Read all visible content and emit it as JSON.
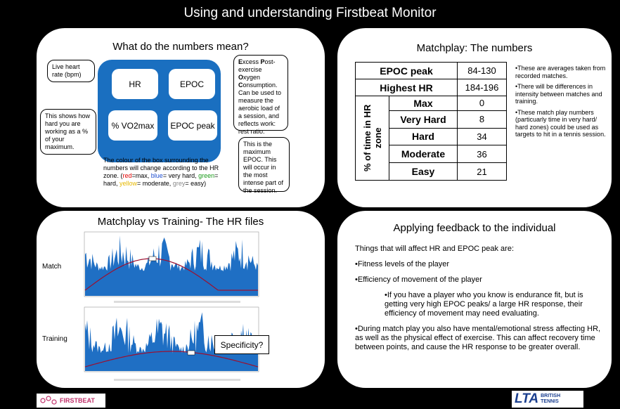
{
  "title": "Using and understanding Firstbeat Monitor",
  "numbers_panel": {
    "title": "What do the numbers mean?",
    "boxes": [
      "HR",
      "EPOC",
      "% VO2max",
      "EPOC peak"
    ],
    "callout_live": "Live heart rate (bpm)",
    "callout_vo2": "This shows how hard you are working as a % of your maximum.",
    "callout_epoc_E": "E",
    "callout_epoc_1": "xcess ",
    "callout_epoc_P": "P",
    "callout_epoc_2": "ost-exercise ",
    "callout_epoc_O": "O",
    "callout_epoc_3": "xygen ",
    "callout_epoc_C": "C",
    "callout_epoc_4": "onsumption. Can be used to measure the aerobic load of a session, and reflects work: rest ratio.",
    "callout_peak": "This is the maximum EPOC. This will occur in the most intense part of the session.",
    "colour_note_1": "The colour of the box surrounding the numbers will change according to the HR zone. (",
    "red": "red",
    "colour_note_2": "=max, ",
    "blue": "blue",
    "colour_note_3": "= very hard, ",
    "green": "green",
    "colour_note_4": "= hard, ",
    "yellow": "yellow",
    "colour_note_5": "= moderate, ",
    "grey": "grey",
    "colour_note_6": "= easy)",
    "box_color": "#1a6fc0"
  },
  "matchplay_panel": {
    "title": "Matchplay: The numbers",
    "epoc_label": "EPOC peak",
    "epoc_value": "84-130",
    "hr_label": "Highest HR",
    "hr_value": "184-196",
    "zone_label": "% of time in HR zone",
    "zones": [
      {
        "name": "Max",
        "value": "0"
      },
      {
        "name": "Very Hard",
        "value": "8"
      },
      {
        "name": "Hard",
        "value": "34"
      },
      {
        "name": "Moderate",
        "value": "36"
      },
      {
        "name": "Easy",
        "value": "21"
      }
    ],
    "notes": [
      "•These are averages taken from recorded matches.",
      "•There will be differences in intensity between matches and training.",
      "•These match play numbers (particuarly time in very hard/ hard zones) could be used as targets to hit in a tennis session."
    ]
  },
  "hr_panel": {
    "title": "Matchplay vs Training- The HR files",
    "match_label": "Match",
    "training_label": "Training",
    "specificity": "Specificity?",
    "series_color": "#1f6fc4",
    "epoc_color": "#9b1030"
  },
  "feedback_panel": {
    "title": "Applying feedback to the individual",
    "lines": [
      "Things that will affect HR and EPOC peak are:",
      "•Fitness levels of the player",
      "•Efficiency of movement of the player",
      "•If you have a player who you know is endurance fit, but is getting very high EPOC peaks/ a large HR response, their efficiency of movement may need evaluating.",
      "•During match play you also have mental/emotional stress affecting HR, as well as the physical effect of exercise. This can affect recovery time between points, and cause the HR response to be greater overall."
    ]
  },
  "logos": {
    "firstbeat": "FIRSTBEAT",
    "lta": "LTA",
    "british_tennis": "BRITISH TENNIS"
  }
}
